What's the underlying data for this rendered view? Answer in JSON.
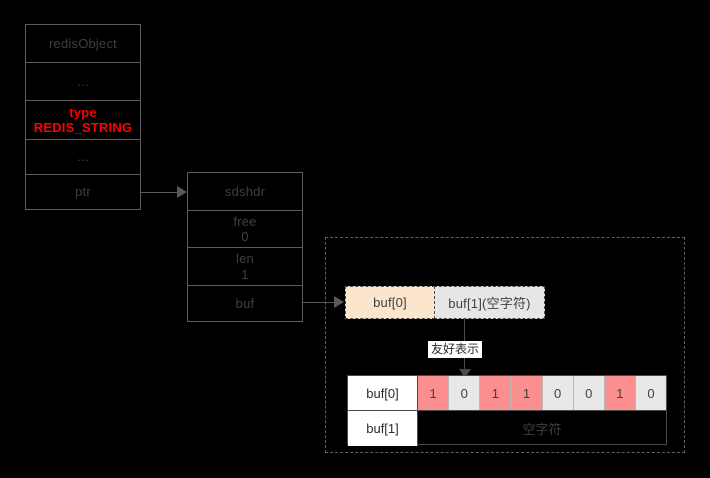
{
  "diagram": {
    "title": "redisObject / sdshdr string representation",
    "background_color": "#000000",
    "colors": {
      "box_border": "#5c5c5c",
      "text": "#3f3f3f",
      "accent_red": "#ff0000",
      "buf0_fill": "#fce5cd",
      "buf1_fill": "#e6e6e6",
      "bit_one_fill": "#fb8e8e",
      "bit_zero_fill": "#e8e8e8",
      "label_fill": "#ffffff"
    }
  },
  "redis_object": {
    "name": "redisObject",
    "rows": [
      {
        "label": "redisObject",
        "value": ""
      },
      {
        "label": "...",
        "value": ""
      },
      {
        "label": "type",
        "value": "REDIS_STRING"
      },
      {
        "label": "...",
        "value": ""
      },
      {
        "label": "ptr",
        "value": ""
      }
    ]
  },
  "sdshdr": {
    "name": "sdshdr",
    "rows": [
      {
        "label": "sdshdr",
        "value": ""
      },
      {
        "label": "free",
        "value": "0"
      },
      {
        "label": "len",
        "value": "1"
      },
      {
        "label": "buf",
        "value": ""
      }
    ]
  },
  "buf_cells": {
    "cell0": "buf[0]",
    "cell1": "buf[1](空字符)"
  },
  "friendly_label": "友好表示",
  "bit_table": {
    "rows": [
      {
        "label": "buf[0]",
        "bits": [
          "1",
          "0",
          "1",
          "1",
          "0",
          "0",
          "1",
          "0"
        ]
      },
      {
        "label": "buf[1]",
        "text": "空字符"
      }
    ]
  },
  "connectors": [
    {
      "from": "ptr",
      "to": "sdshdr",
      "style": "solid-arrow"
    },
    {
      "from": "buf",
      "to": "buf[0]",
      "style": "solid-arrow"
    },
    {
      "from": "buf[0]",
      "to": "bit-table",
      "style": "solid-arrow",
      "label": "友好表示"
    }
  ]
}
